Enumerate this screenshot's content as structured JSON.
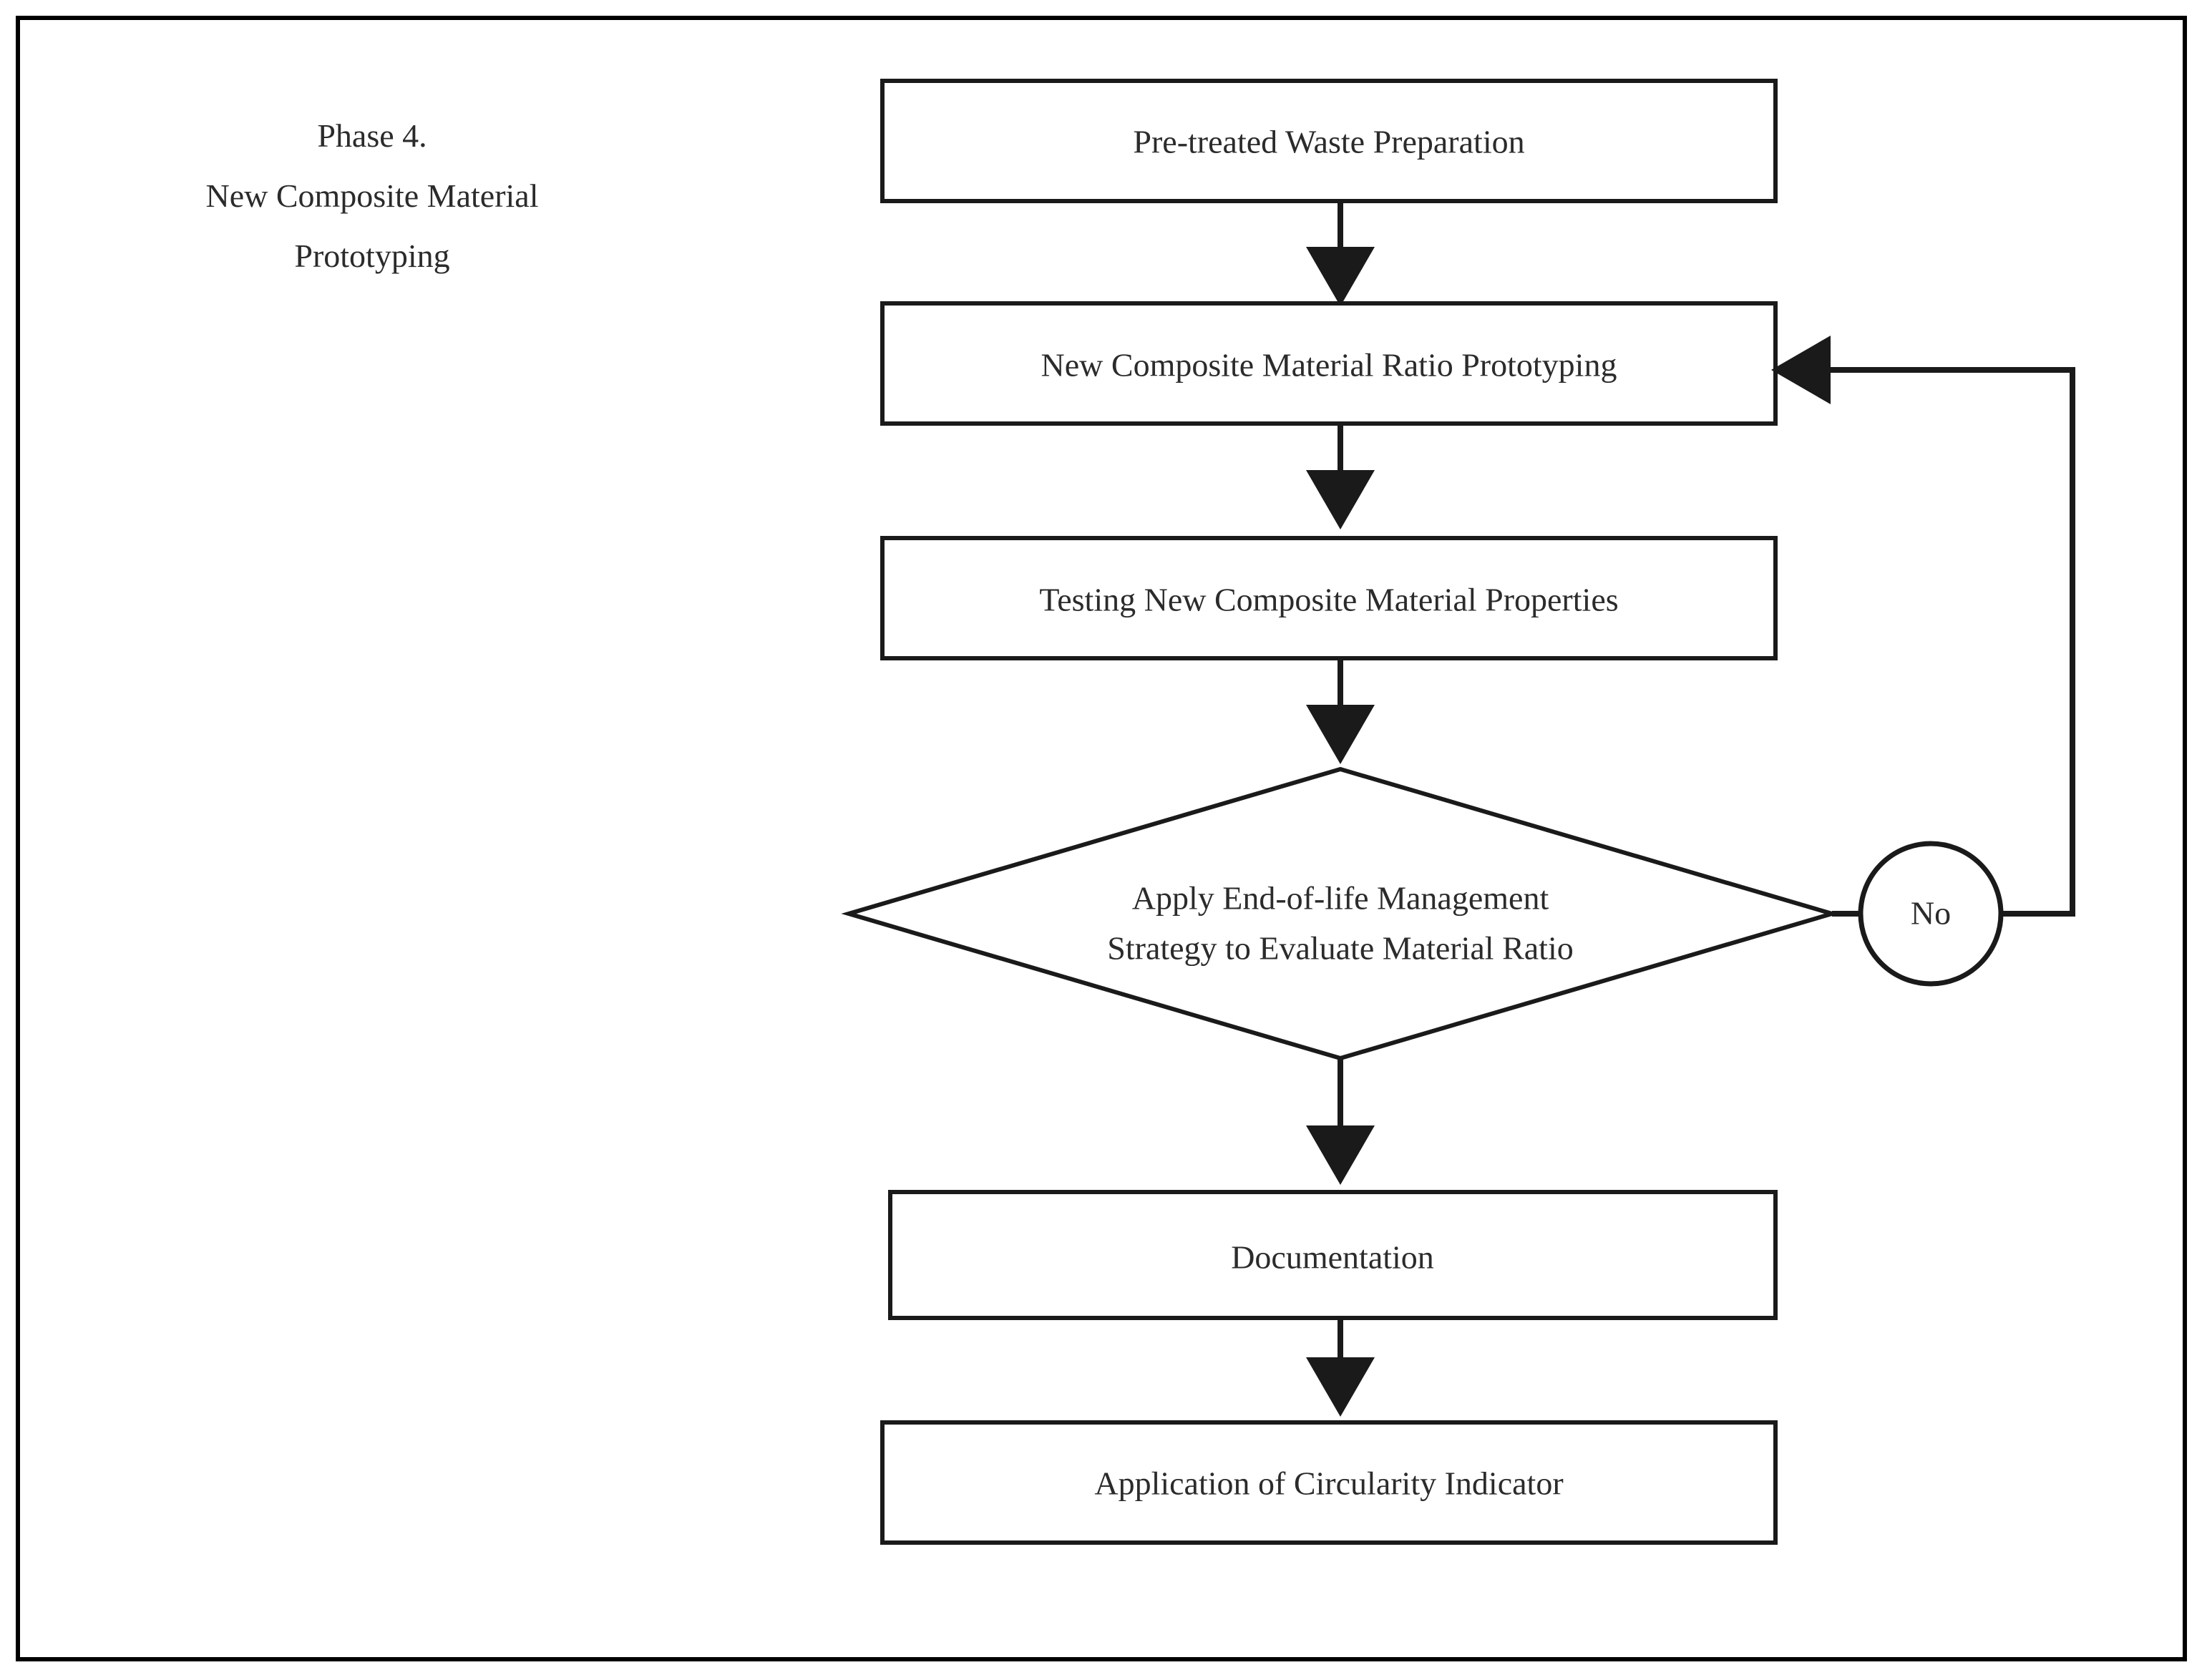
{
  "diagram": {
    "phase_title": {
      "line1": "Phase 4.",
      "line2": "New Composite Material",
      "line3": "Prototyping"
    },
    "nodes": {
      "pretreated_waste": "Pre-treated Waste Preparation",
      "ratio_prototyping": "New Composite Material Ratio Prototyping",
      "testing_properties": "Testing New Composite Material Properties",
      "decision_line1": "Apply End-of-life Management",
      "decision_line2": "Strategy to Evaluate Material Ratio",
      "no_branch": "No",
      "documentation": "Documentation",
      "circularity_indicator": "Application of Circularity Indicator"
    },
    "colors": {
      "frame_border": "#000000",
      "shape_stroke": "#1a1a1a",
      "shape_fill": "#ffffff",
      "text": "#2b2b2b",
      "background": "#ffffff"
    }
  }
}
